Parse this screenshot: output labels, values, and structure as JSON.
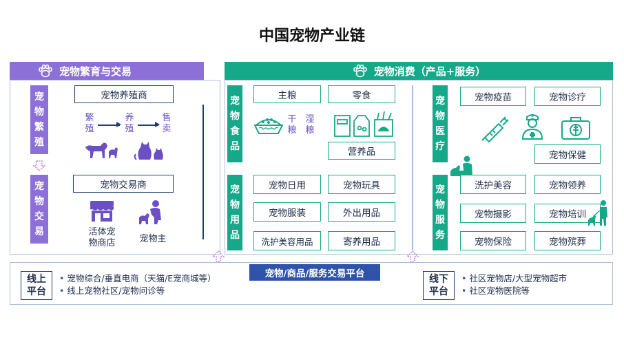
{
  "title": "中国宠物产业链",
  "left_section": {
    "header": "宠物繁育与交易",
    "breeding_tab": [
      "宠",
      "物",
      "繁",
      "殖"
    ],
    "trade_tab": [
      "宠",
      "物",
      "交",
      "易"
    ],
    "breeder_box": "宠物养殖商",
    "steps": [
      {
        "l1": "繁",
        "l2": "殖"
      },
      {
        "l1": "养",
        "l2": "殖"
      },
      {
        "l1": "售",
        "l2": "卖"
      }
    ],
    "trader_box": "宠物交易商",
    "store_label_1": "活体宠",
    "store_label_2": "物商店",
    "owner_label": "宠物主"
  },
  "right_section": {
    "header": "宠物消费（产品+服务）",
    "food_tab": [
      "宠",
      "物",
      "食",
      "品"
    ],
    "food_items": {
      "staple": "主粮",
      "snack": "零食",
      "dry_1": "干",
      "dry_2": "粮",
      "wet_1": "湿",
      "wet_2": "粮",
      "nutrition": "营养品"
    },
    "supplies_tab": [
      "宠",
      "物",
      "用",
      "品"
    ],
    "supplies_items": [
      "宠物日用",
      "宠物玩具",
      "宠物服装",
      "外出用品",
      "洗护美容用品",
      "寄养用品"
    ],
    "medical_tab": [
      "宠",
      "物",
      "医",
      "疗"
    ],
    "medical_items": [
      "宠物疫苗",
      "宠物诊疗",
      "宠物保健"
    ],
    "service_tab": [
      "宠",
      "物",
      "服",
      "务"
    ],
    "service_items": [
      "洗护美容",
      "宠物领养",
      "宠物摄影",
      "宠物培训",
      "宠物保险",
      "宠物殡葬"
    ]
  },
  "bottom": {
    "platform": "宠物/商品/服务交易平台",
    "online_label_1": "线上",
    "online_label_2": "平台",
    "online_items": [
      "宠物综合/垂直电商（天猫/E宠商城等）",
      "线上宠物社区/宠物问诊等"
    ],
    "offline_label_1": "线下",
    "offline_label_2": "平台",
    "offline_items": [
      "社区宠物店/大型宠物超市",
      "社区宠物医院等"
    ]
  },
  "colors": {
    "purple": "#8d6fd8",
    "green": "#15a889",
    "navy": "#1f3c6e",
    "blue": "#2f53a8"
  }
}
